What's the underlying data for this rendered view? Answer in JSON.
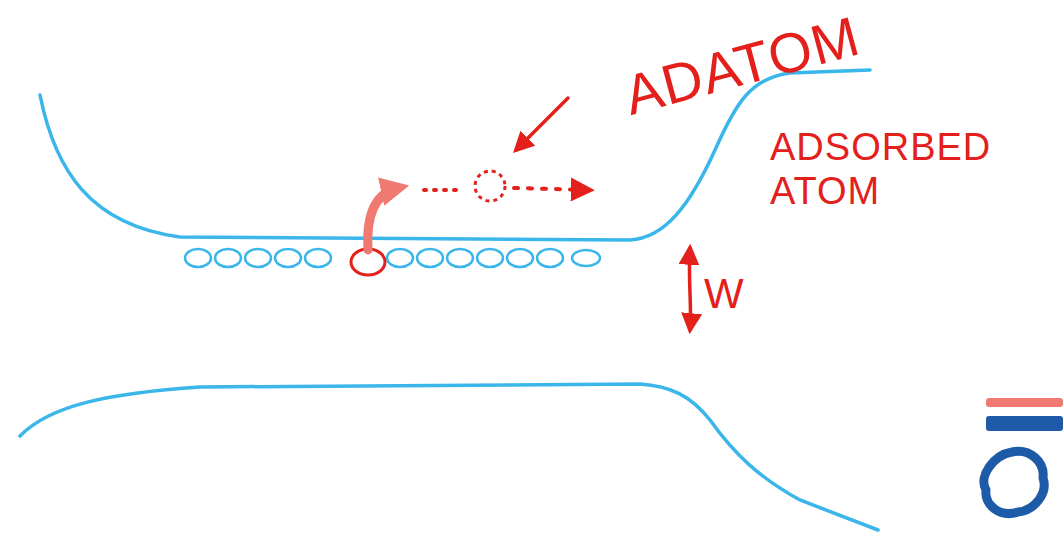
{
  "diagram": {
    "labels": [
      "ADATOM",
      "ADSORBED ATOM",
      "W"
    ]
  }
}
